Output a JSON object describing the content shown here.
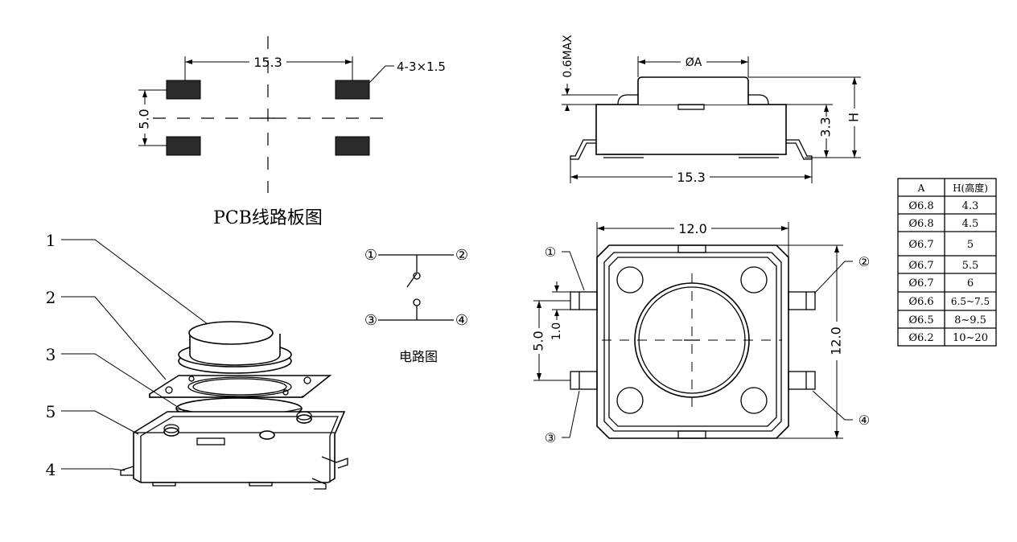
{
  "pcb": {
    "dim_width": "15.3",
    "dim_height": "5.0",
    "pad_note": "4-3×1.5",
    "caption": "PCB线路板图"
  },
  "side_view": {
    "dim_diameter": "ØA",
    "dim_max": "0.6MAX",
    "dim_body": "3.3",
    "dim_height": "H",
    "dim_width": "15.3"
  },
  "top_view": {
    "dim_width": "12.0",
    "dim_height": "12.0",
    "dim_pitch": "5.0",
    "dim_pin": "1.0",
    "pin_labels": [
      "①",
      "②",
      "③",
      "④"
    ]
  },
  "circuit": {
    "pin_labels": [
      "①",
      "②",
      "③",
      "④"
    ],
    "caption": "电路图"
  },
  "exploded": {
    "part_numbers": [
      "1",
      "2",
      "3",
      "5",
      "4"
    ]
  },
  "table": {
    "headers": [
      "A",
      "H(高度)"
    ],
    "rows": [
      [
        "Ø6.8",
        "4.3"
      ],
      [
        "Ø6.8",
        "4.5"
      ],
      [
        "Ø6.7",
        "5"
      ],
      [
        "Ø6.7",
        "5.5"
      ],
      [
        "Ø6.7",
        "6"
      ],
      [
        "Ø6.6",
        "6.5~7.5"
      ],
      [
        "Ø6.5",
        "8~9.5"
      ],
      [
        "Ø6.2",
        "10~20"
      ]
    ]
  }
}
